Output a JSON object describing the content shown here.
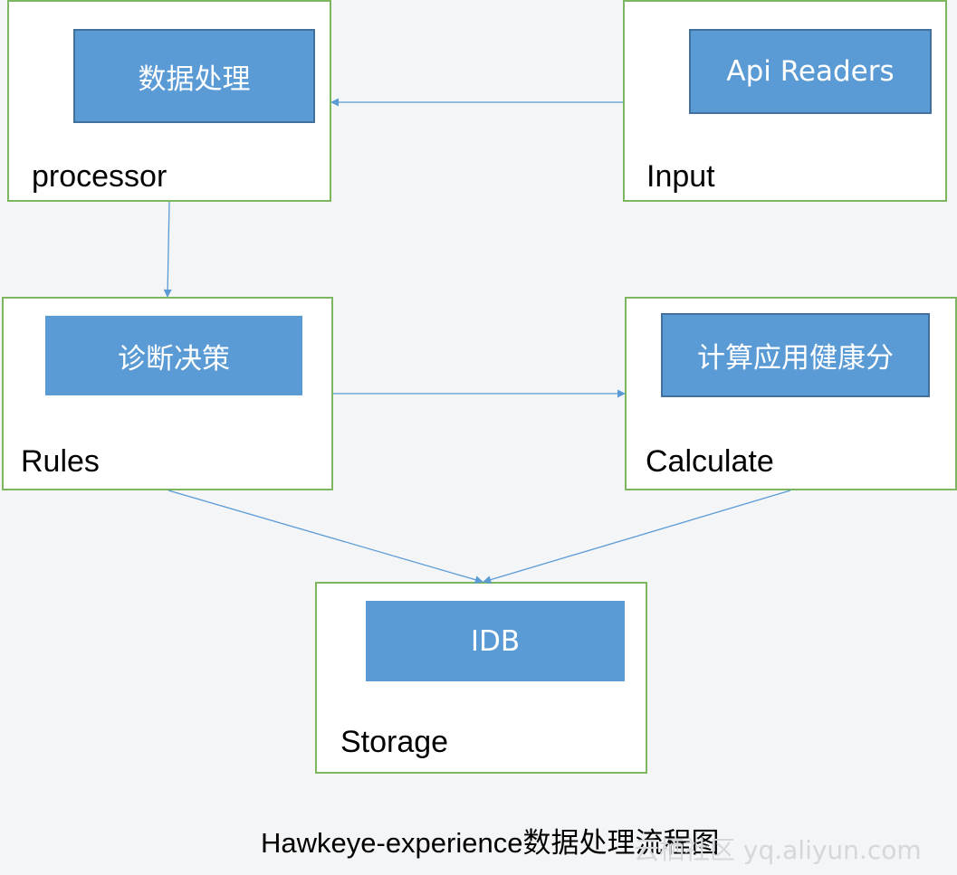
{
  "nodes": {
    "processor": {
      "inner": "数据处理",
      "label": "processor"
    },
    "input": {
      "inner": "Api Readers",
      "label": "Input"
    },
    "rules": {
      "inner": "诊断决策",
      "label": "Rules"
    },
    "calculate": {
      "inner": "计算应用健康分",
      "label": "Calculate"
    },
    "storage": {
      "inner": "IDB",
      "label": "Storage"
    }
  },
  "edges": [
    {
      "from": "input",
      "to": "processor"
    },
    {
      "from": "processor",
      "to": "rules"
    },
    {
      "from": "rules",
      "to": "calculate"
    },
    {
      "from": "rules",
      "to": "storage"
    },
    {
      "from": "calculate",
      "to": "storage"
    }
  ],
  "caption": "Hawkeye-experience数据处理流程图",
  "watermark": "云栖社区 yq.aliyun.com",
  "colors": {
    "node_border": "#7cb760",
    "inner_fill": "#5b9bd5",
    "edge": "#5b9bd5",
    "background": "#f3f5f7"
  }
}
